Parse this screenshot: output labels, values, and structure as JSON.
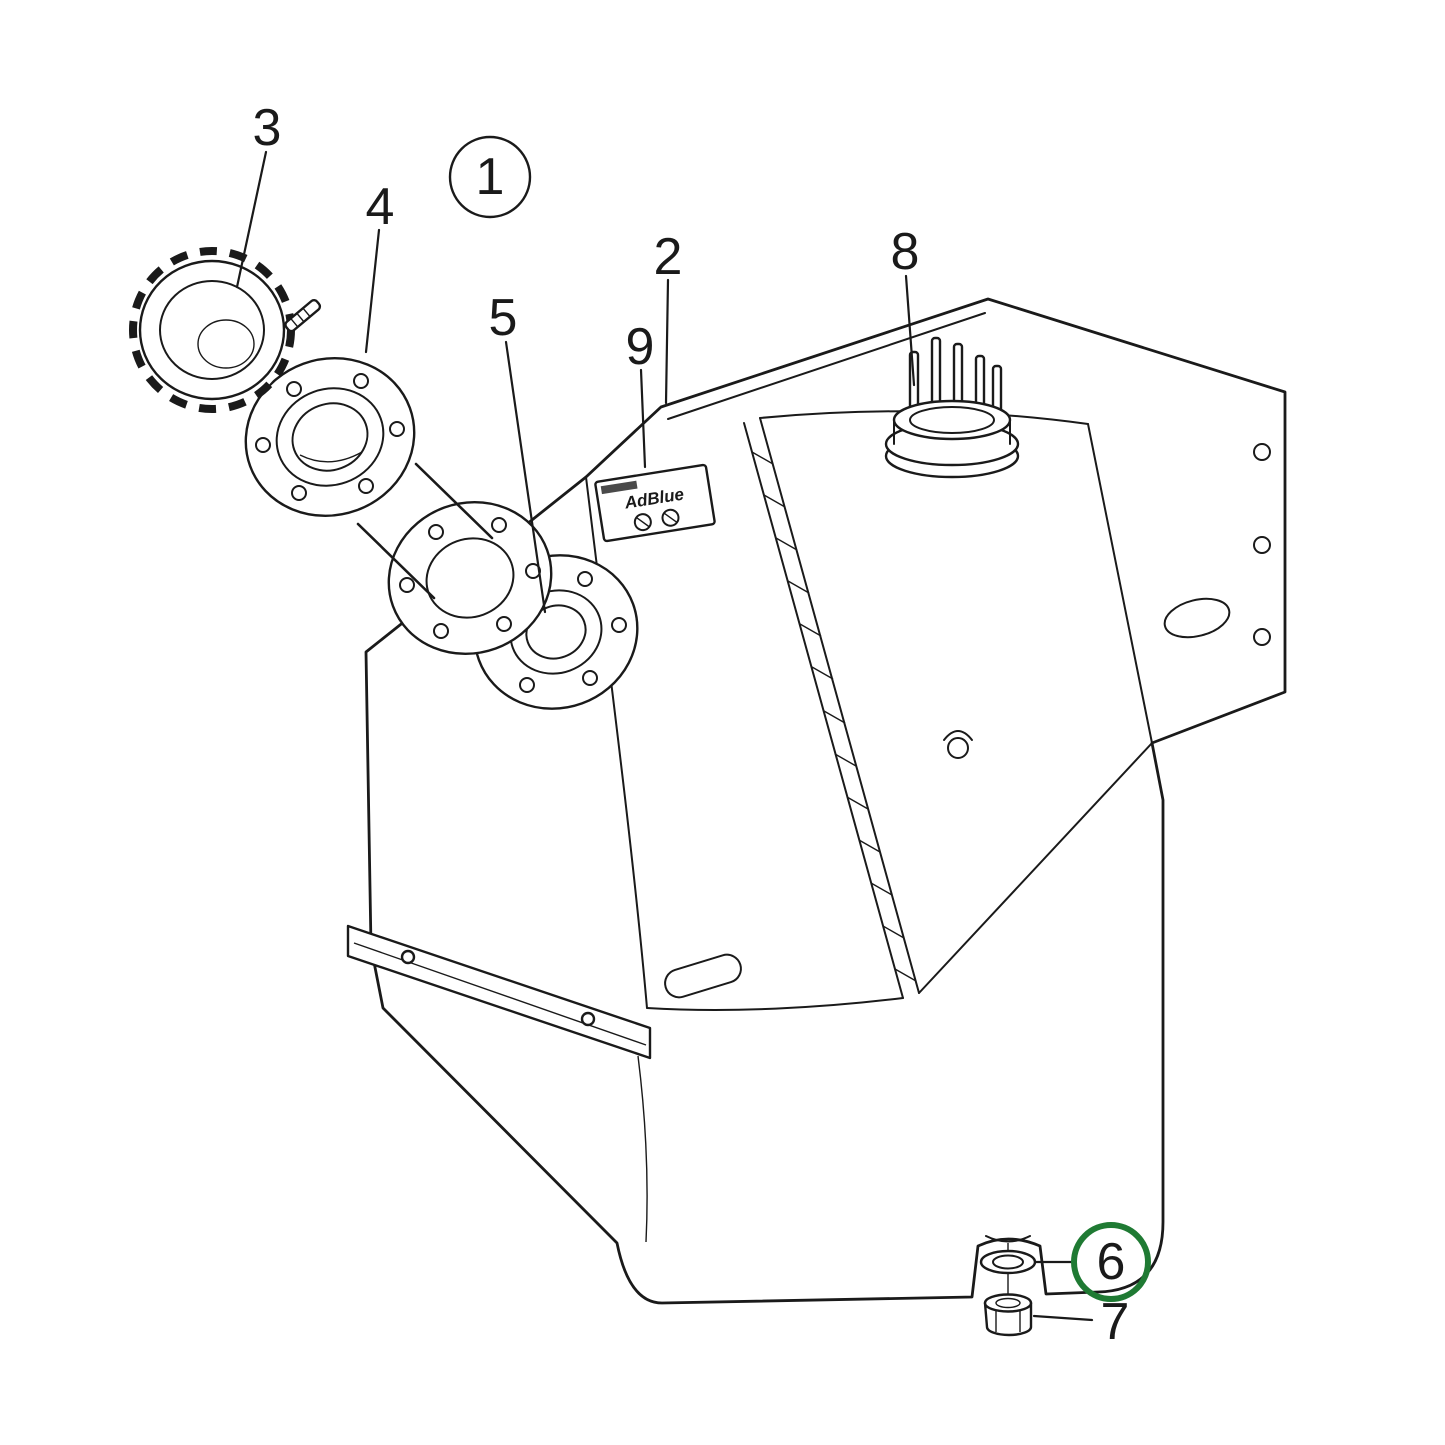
{
  "colors": {
    "ink": "#1a1a1a",
    "muted": "#8f8f8f",
    "highlight": "#1f7a33",
    "paper": "#ffffff"
  },
  "selection": {
    "highlighted_callout": "6"
  },
  "callouts": {
    "c1": "1",
    "c2": "2",
    "c3": "3",
    "c4": "4",
    "c5": "5",
    "c6": "6",
    "c7": "7",
    "c8": "8",
    "c9": "9"
  },
  "label": {
    "brand": "AdBlue"
  }
}
